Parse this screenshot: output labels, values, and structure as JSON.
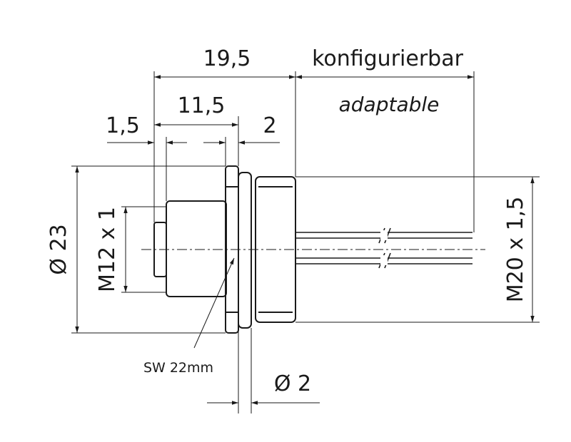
{
  "dimensions": {
    "total_length": "19,5",
    "configurable_de": "konfigurierbar",
    "configurable_en": "adaptable",
    "housing_length": "11,5",
    "front_offset": "1,5",
    "flange_thickness": "2",
    "outer_diameter": "Ø 23",
    "front_thread": "M12 x 1",
    "rear_thread": "M20 x 1,5",
    "wrench_size": "SW 22mm",
    "wire_diameter": "Ø 2"
  }
}
